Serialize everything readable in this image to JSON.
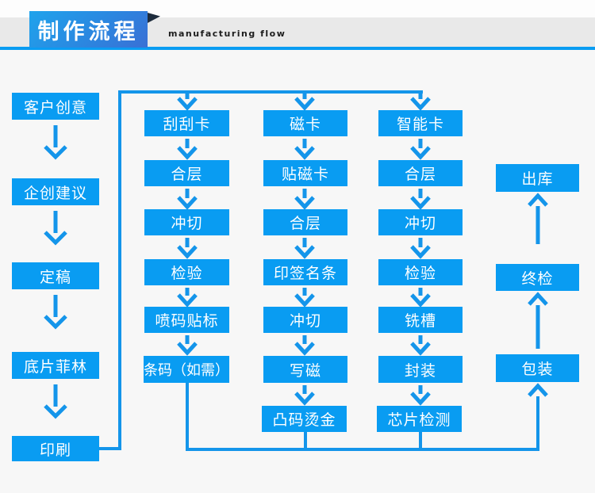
{
  "header": {
    "title": "制作流程",
    "subtitle": "manufacturing flow"
  },
  "colors": {
    "node_blue": "#099cf2",
    "arrow_blue": "#1495ea",
    "ribbon_gradient_start": "#1fa3ec",
    "ribbon_gradient_end": "#3a70d5",
    "ribbon_fold": "#1d2b3c",
    "header_band_gray": "#e9e9e9",
    "rule_blue": "#0a9cf2",
    "canvas_background": "#f7f7f7"
  },
  "flow": {
    "design_column": [
      "客户创意",
      "企创建议",
      "定稿",
      "底片菲林",
      "印刷"
    ],
    "scratch_card_column": [
      "刮刮卡",
      "合层",
      "冲切",
      "检验",
      "喷码贴标",
      "条码（如需）"
    ],
    "magnetic_card_column": [
      "磁卡",
      "贴磁卡",
      "合层",
      "印签名条",
      "冲切",
      "写磁",
      "凸码烫金"
    ],
    "smart_card_column": [
      "智能卡",
      "合层",
      "冲切",
      "检验",
      "铣槽",
      "封装",
      "芯片检测"
    ],
    "output_column": [
      "出库",
      "终检",
      "包装"
    ]
  }
}
